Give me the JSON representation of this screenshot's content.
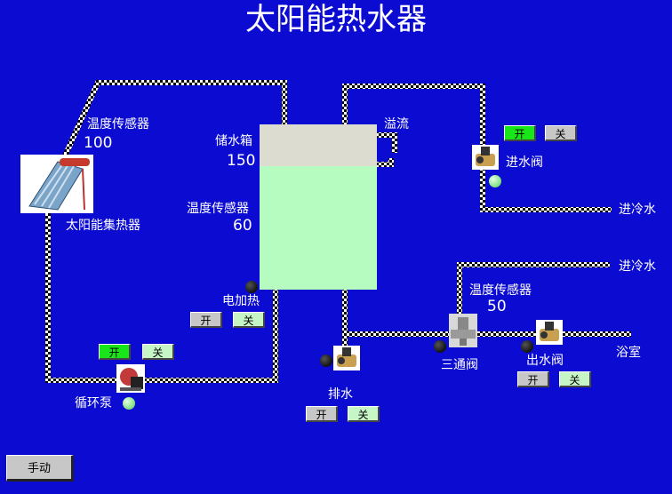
{
  "title": "太阳能热水器",
  "collector": {
    "label": "太阳能集热器",
    "sensor_label": "温度传感器",
    "sensor_value": "100",
    "icon": "solar-collector-icon"
  },
  "tank": {
    "label": "储水箱",
    "level_value": "150",
    "sensor_label": "温度传感器",
    "sensor_value": "60",
    "fill_fraction": 0.75
  },
  "overflow": {
    "label": "溢流"
  },
  "inlet_valve": {
    "label": "进水阀",
    "on_label": "开",
    "off_label": "关",
    "state": "on",
    "icon": "solenoid-valve-icon"
  },
  "cold_water_1": {
    "label": "进冷水"
  },
  "cold_water_2": {
    "label": "进冷水"
  },
  "heater": {
    "label": "电加热",
    "on_label": "开",
    "off_label": "关",
    "state": "off"
  },
  "pump": {
    "label": "循环泵",
    "on_label": "开",
    "off_label": "关",
    "state": "on",
    "icon": "pump-icon"
  },
  "drain": {
    "label": "排水",
    "on_label": "开",
    "off_label": "关",
    "state": "off",
    "icon": "solenoid-valve-icon"
  },
  "three_way": {
    "label": "三通阀",
    "icon": "three-way-valve-icon"
  },
  "mix_sensor": {
    "label": "温度传感器",
    "value": "50"
  },
  "outlet_valve": {
    "label": "出水阀",
    "on_label": "开",
    "off_label": "关",
    "state": "off",
    "icon": "solenoid-valve-icon"
  },
  "bathroom": {
    "label": "浴室"
  },
  "manual_button": {
    "label": "手动"
  },
  "colors": {
    "background": "#0b0bd2",
    "tank_water": "#b6fbbf",
    "tank_air": "#dcdcd0",
    "button_on": "#19e619",
    "button_off": "#c7c7c7",
    "lamp_on": "#7be07b"
  }
}
